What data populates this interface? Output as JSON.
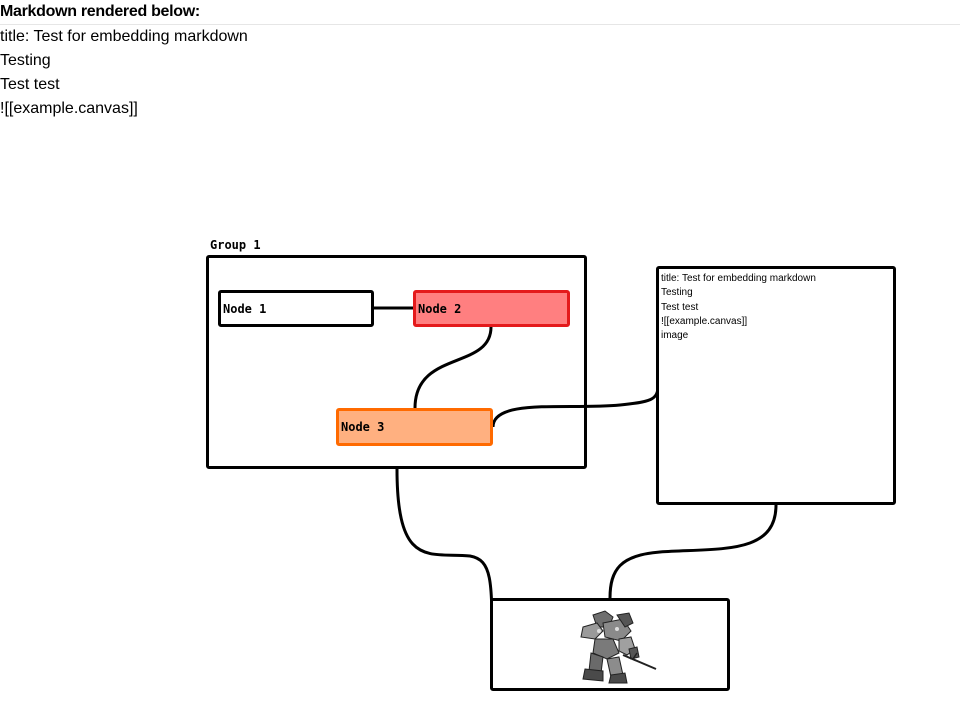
{
  "heading": "Markdown rendered below:",
  "markdown_lines": [
    "title: Test for embedding markdown",
    "Testing",
    "Test test",
    "![[example.canvas]]"
  ],
  "canvas": {
    "group_label": "Group 1",
    "nodes": {
      "node1": "Node 1",
      "node2": "Node 2",
      "node3": "Node 3"
    },
    "embed_lines": [
      "title: Test for embedding markdown",
      "Testing",
      "Test test",
      "![[example.canvas]]",
      "image"
    ],
    "image_node_icon": "robot-mech-image",
    "colors": {
      "node2_fill": "#ff7f80",
      "node2_border": "#e41a1c",
      "node3_fill": "#ffb080",
      "node3_border": "#ff6a00"
    }
  }
}
